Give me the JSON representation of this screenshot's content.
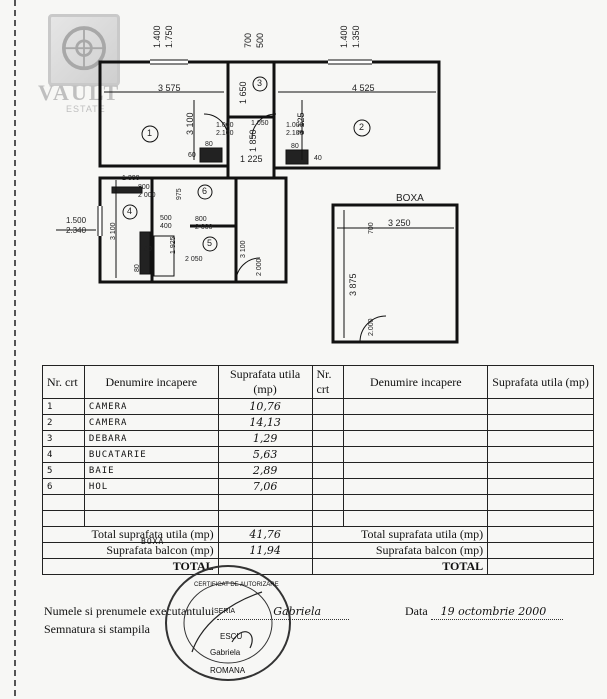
{
  "watermark": {
    "brand": "VAULT",
    "sub": "ESTATE"
  },
  "plan": {
    "rooms": [
      {
        "num": "1"
      },
      {
        "num": "2"
      },
      {
        "num": "3"
      },
      {
        "num": "4"
      },
      {
        "num": "5"
      },
      {
        "num": "6"
      }
    ],
    "boxa_label": "BOXA",
    "dims": {
      "top_left_1": "1.400",
      "top_left_2": "1.750",
      "top_mid_1": "700",
      "top_mid_2": "500",
      "top_right_1": "1.400",
      "top_right_2": "1.350",
      "r1_width": "3 575",
      "r2_width": "4 525",
      "r1_h": "3 100",
      "r2_h": "3 125",
      "r3_h": "1 650",
      "corr_h": "1 850",
      "corr_w": "1 225",
      "r3_w": "1 050",
      "door1a": "1.000",
      "door1b": "2.100",
      "door2a": "1.000",
      "door2b": "2.100",
      "w60a": "60",
      "w80a": "80",
      "w80b": "80",
      "w40": "40",
      "k1": "1 300",
      "k2": "800",
      "k3": "2 000",
      "k4": "975",
      "s1": "500",
      "s2": "400",
      "s3": "800",
      "s4": "2 000",
      "s5": "1 925",
      "s6": "3 100",
      "s7": "2 050",
      "s8": "80",
      "s9": "2 000",
      "s10": "80",
      "win_a": "1.500",
      "win_b": "2.340",
      "left_h": "3 100",
      "box_w": "3 250",
      "box_h": "3 875",
      "box_top": "700",
      "box_door": "2.000"
    }
  },
  "table": {
    "headers": {
      "nr": "Nr. crt",
      "den": "Denumire incapere",
      "sup": "Suprafata utila (mp)"
    },
    "rows": [
      {
        "nr": "1",
        "name": "CAMERA",
        "area": "10,76"
      },
      {
        "nr": "2",
        "name": "CAMERA",
        "area": "14,13"
      },
      {
        "nr": "3",
        "name": "DEBARA",
        "area": "1,29"
      },
      {
        "nr": "4",
        "name": "BUCATARIE",
        "area": "5,63"
      },
      {
        "nr": "5",
        "name": "BAIE",
        "area": "2,89"
      },
      {
        "nr": "6",
        "name": "HOL",
        "area": "7,06"
      }
    ],
    "total_label": "Total suprafata utila (mp)",
    "total_value": "41,76",
    "balcon_label": "Suprafata balcon (mp)",
    "balcon_note": "BOXA",
    "balcon_value": "11,94",
    "total_caps": "TOTAL"
  },
  "footer": {
    "name_label": "Numele si prenumele executantului",
    "name_value": "Gabriela",
    "date_label": "Data",
    "date_value": "19 octombrie 2000",
    "sign_label": "Semnatura si stampila"
  },
  "stamp": {
    "ring_top": "CERTIFICAT DE AUTORIZARE",
    "series": "SERIA",
    "name": "Gabriela",
    "surname": "ESCU",
    "country": "ROMANA"
  }
}
